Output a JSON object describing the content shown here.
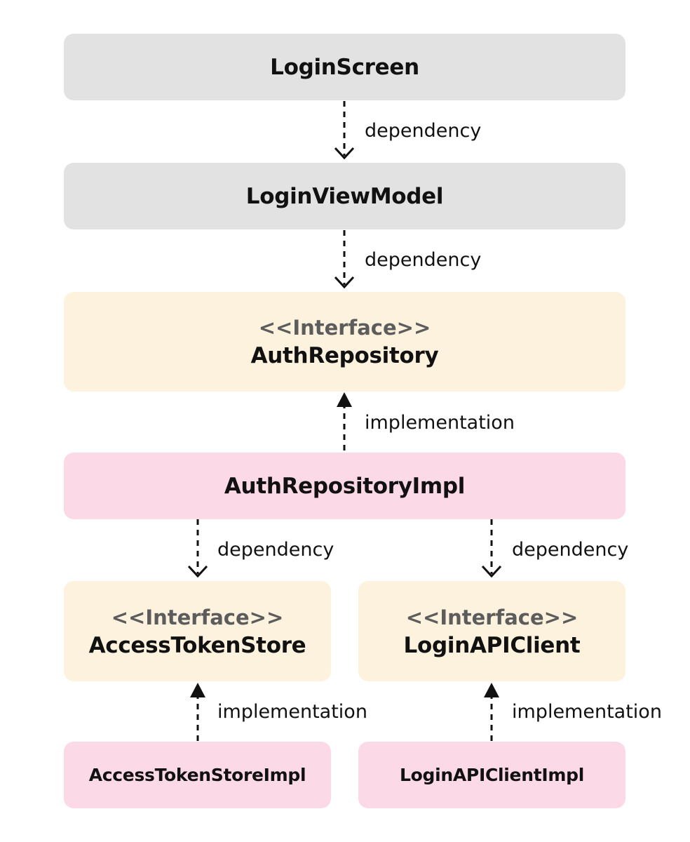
{
  "nodes": {
    "login_screen": {
      "name": "LoginScreen"
    },
    "login_view_model": {
      "name": "LoginViewModel"
    },
    "auth_repository": {
      "stereotype": "<<Interface>>",
      "name": "AuthRepository"
    },
    "auth_repository_impl": {
      "name": "AuthRepositoryImpl"
    },
    "access_token_store": {
      "stereotype": "<<Interface>>",
      "name": "AccessTokenStore"
    },
    "login_api_client": {
      "stereotype": "<<Interface>>",
      "name": "LoginAPIClient"
    },
    "access_token_store_impl": {
      "name": "AccessTokenStoreImpl"
    },
    "login_api_client_impl": {
      "name": "LoginAPIClientImpl"
    }
  },
  "edges": {
    "screen_to_viewmodel": {
      "label": "dependency",
      "type": "dependency"
    },
    "viewmodel_to_repository": {
      "label": "dependency",
      "type": "dependency"
    },
    "repositoryimpl_to_repository": {
      "label": "implementation",
      "type": "implementation"
    },
    "repositoryimpl_to_tokenstore": {
      "label": "dependency",
      "type": "dependency"
    },
    "repositoryimpl_to_apiclient": {
      "label": "dependency",
      "type": "dependency"
    },
    "tokenstoreimpl_to_tokenstore": {
      "label": "implementation",
      "type": "implementation"
    },
    "apiclientimpl_to_apiclient": {
      "label": "implementation",
      "type": "implementation"
    }
  },
  "colors": {
    "plain": "#e2e2e2",
    "interface": "#fdf2dd",
    "implementation": "#fcd9e7"
  }
}
